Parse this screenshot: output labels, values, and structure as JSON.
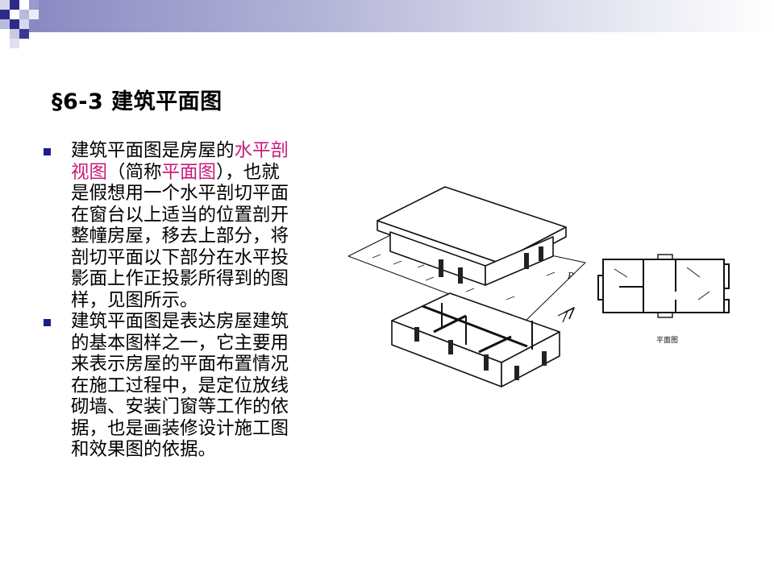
{
  "slide": {
    "title": "§6-3 建筑平面图",
    "bullets": [
      {
        "lines": [
          [
            {
              "t": "建筑平面图是房屋的"
            },
            {
              "t": "水平剖",
              "hl": true
            }
          ],
          [
            {
              "t": "视图",
              "hl": true
            },
            {
              "t": "（简称"
            },
            {
              "t": "平面图",
              "hl": true
            },
            {
              "t": "），也就"
            }
          ],
          [
            {
              "t": "是假想用一个水平剖切平面"
            }
          ],
          [
            {
              "t": "在窗台以上适当的位置剖开"
            }
          ],
          [
            {
              "t": "整幢房屋，移去上部分，将"
            }
          ],
          [
            {
              "t": "剖切平面以下部分在水平投"
            }
          ],
          [
            {
              "t": "影面上作正投影所得到的图"
            }
          ],
          [
            {
              "t": "样，见图所示。"
            }
          ]
        ]
      },
      {
        "lines": [
          [
            {
              "t": "建筑平面图是表达房屋建筑"
            }
          ],
          [
            {
              "t": "的基本图样之一，它主要用"
            }
          ],
          [
            {
              "t": "来表示房屋的平面布置情况"
            }
          ],
          [
            {
              "t": "在施工过程中，是定位放线"
            }
          ],
          [
            {
              "t": "砌墙、安装门窗等工作的依"
            }
          ],
          [
            {
              "t": "据，也是画装修设计施工图"
            }
          ],
          [
            {
              "t": "和效果图的依据。"
            }
          ]
        ]
      }
    ],
    "figure": {
      "plane_label": "P",
      "plan_caption": "平面图"
    }
  },
  "theme": {
    "accent": "#c81a7a",
    "bullet_color": "#1d1d8a",
    "band_color": "#8888c2"
  }
}
